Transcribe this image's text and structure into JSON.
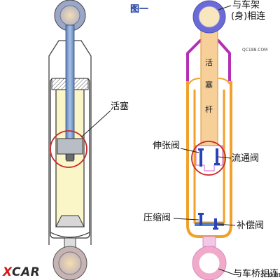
{
  "figure_title": "图一",
  "watermark": "QC188.COM",
  "brand": {
    "x": "X",
    "rest": "CAR"
  },
  "brand_right": ".com",
  "left_diagram": {
    "piston_label": "活塞"
  },
  "right_diagram": {
    "top_label_line1": "与车架",
    "top_label_line2": "(身)相连",
    "rod_chars": [
      "活",
      "塞",
      "杆"
    ],
    "rebound_valve_label": "伸张阀",
    "flow_valve_label": "流通阀",
    "compression_valve_label": "压缩阀",
    "compensation_valve_label": "补偿阀",
    "bottom_label": "与车桥相连"
  },
  "colors": {
    "outer_yellow": "#fbf6c8",
    "rod_blue": "#7f9fcf",
    "callout_red": "#c62828",
    "frame_purple": "#b42fb4",
    "tube_orange": "#f1a12a",
    "valve_blue": "#2a42b8"
  }
}
